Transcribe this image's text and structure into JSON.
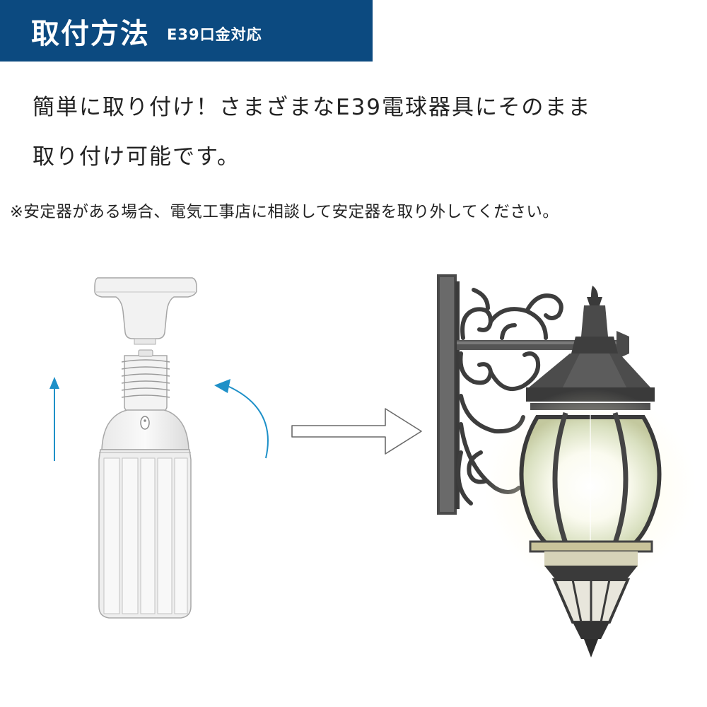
{
  "header": {
    "title": "取付方法",
    "subtitle": "E39口金対応",
    "background_color": "#0c4a80"
  },
  "description": {
    "line1": "簡単に取り付け！さまざまなE39電球器具にそのまま",
    "line2": "取り付け可能です。"
  },
  "note": "※安定器がある場合、電気工事店に相談して安定器を取り外してください。",
  "illustration": {
    "left_figure": "corn-led-bulb-and-e39-socket",
    "direction_icons": [
      "up-arrow-icon",
      "rotate-arrow-icon"
    ],
    "flow_icon": "right-arrow-icon",
    "right_figure": "wall-lantern-fixture",
    "accent_color": "#1e90c8"
  }
}
